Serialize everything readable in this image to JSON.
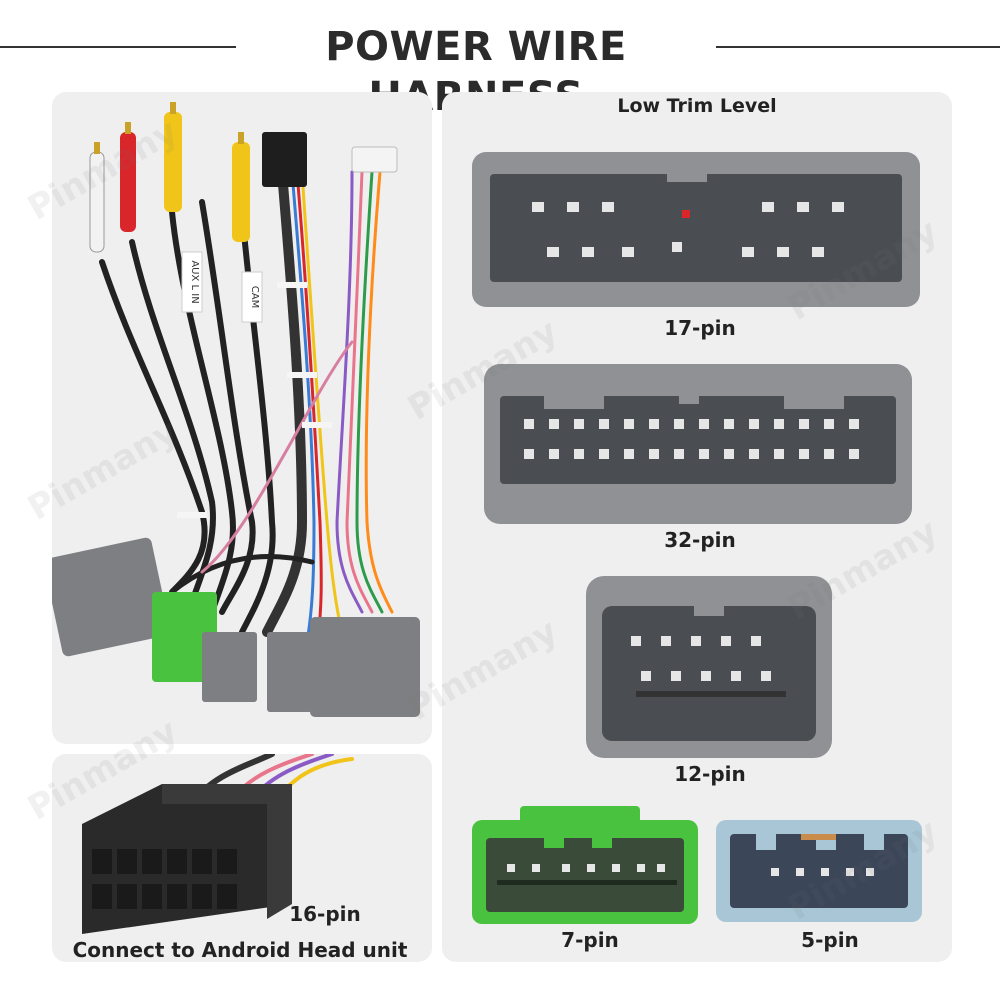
{
  "header": {
    "title": "POWER WIRE HARNESS"
  },
  "watermark": "Pinmany",
  "right_panel": {
    "trim_label": "Low Trim Level"
  },
  "connectors": {
    "pin17": "17-pin",
    "pin32": "32-pin",
    "pin12": "12-pin",
    "pin7": "7-pin",
    "pin5": "5-pin",
    "pin16": "16-pin"
  },
  "harness_tags": {
    "aux": "AUX L IN",
    "cam": "CAM"
  },
  "bottom_left": {
    "caption": "Connect to Android Head unit"
  },
  "colors": {
    "connector_gray": "#7d7f82",
    "connector_green": "#49c23f",
    "connector_blue": "#a8c6d6",
    "rca_red": "#d8262a",
    "rca_yellow": "#f0c419",
    "rca_white": "#f2f2f2"
  }
}
